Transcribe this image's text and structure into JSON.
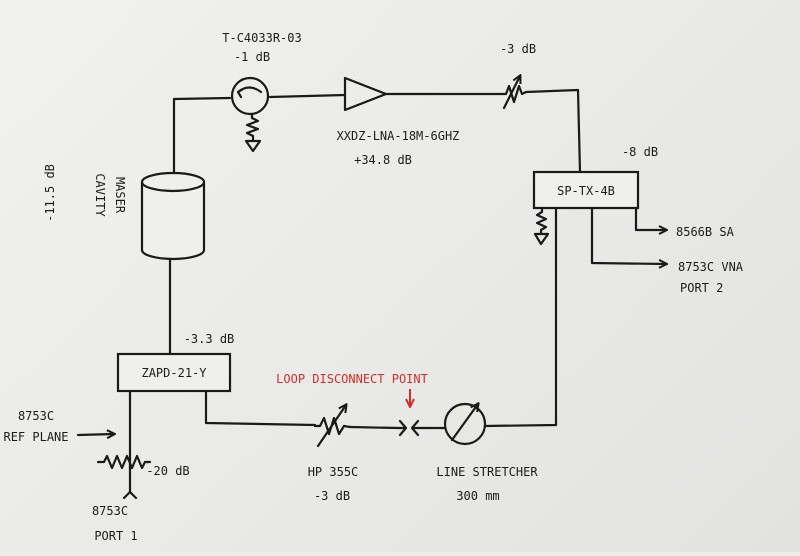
{
  "circulator": {
    "part": "T-C4033R-03",
    "loss": "-1 dB"
  },
  "lna": {
    "part": "XXDZ-LNA-18M-6GHZ",
    "gain": "+34.8 dB"
  },
  "top_attenuator": {
    "value": "-3 dB"
  },
  "splitter": {
    "label": "SP-TX-4B",
    "loss": "-8 dB"
  },
  "outputs": {
    "sa": "8566B SA",
    "vna_line1": "8753C VNA",
    "vna_line2": "PORT 2"
  },
  "maser": {
    "line1": "MASER",
    "line2": "CAVITY",
    "loss": "-11.5 dB"
  },
  "zapd": {
    "label": "ZAPD-21-Y",
    "loss": "-3.3 dB"
  },
  "ref_plane": {
    "line1": "8753C",
    "line2": "REF PLANE"
  },
  "coupler": {
    "value": "-20 dB"
  },
  "port1": {
    "line1": "8753C",
    "line2": "PORT 1"
  },
  "variable_attenuator": {
    "part": "HP 355C",
    "value": "-3 dB"
  },
  "loop_disconnect": {
    "label": "LOOP DISCONNECT POINT",
    "color": "#d0302a"
  },
  "line_stretcher": {
    "label": "LINE STRETCHER",
    "length": "300 mm"
  }
}
